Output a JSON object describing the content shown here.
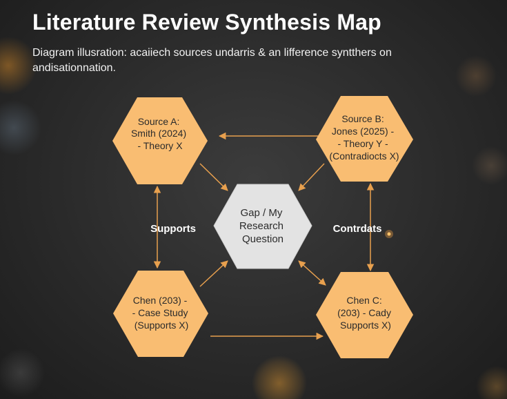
{
  "title": "Literature Review Synthesis Map",
  "subtitle": "Diagram illusration: acaiiech sources undarris & an lifference syntthers on andisationnation.",
  "center": {
    "lines": [
      "Gap / My",
      "Research",
      "Question"
    ]
  },
  "nodes": {
    "a": {
      "lines": [
        "Source A:",
        "Smith (2024)",
        "- Theory X"
      ]
    },
    "b": {
      "lines": [
        "Source B:",
        "Jones (2025) -",
        "- Theory Y -",
        "(Contradiocts X)"
      ]
    },
    "c": {
      "lines": [
        "Chen (203) -",
        "- Case Study",
        "(Supports X)"
      ]
    },
    "d": {
      "lines": [
        "Chen C:",
        "(203) - Cady",
        "Supports X)"
      ]
    }
  },
  "relations": {
    "left": "Supports",
    "right": "Contrdats"
  },
  "colors": {
    "node_fill": "#f9bd72",
    "center_fill": "#e3e3e3",
    "arrow": "#e8a04e"
  }
}
